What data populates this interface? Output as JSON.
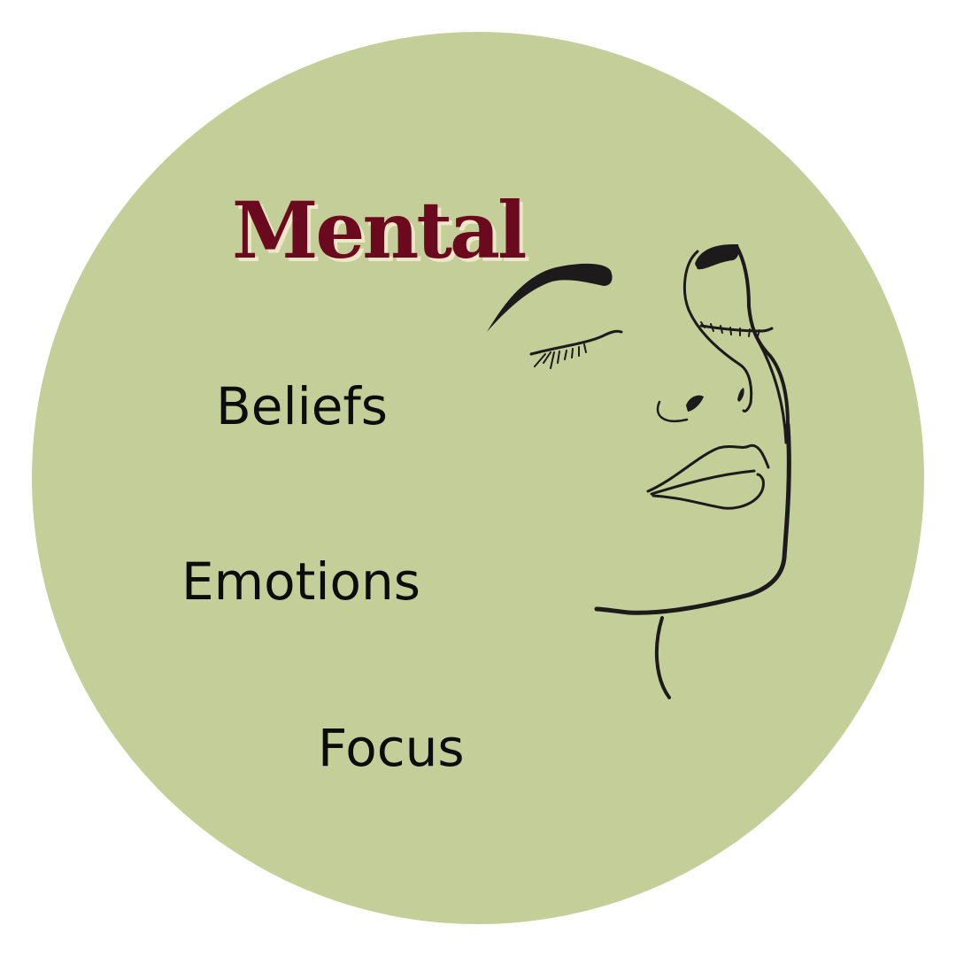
{
  "title": "Mental",
  "items": [
    "Beliefs",
    "Emotions",
    "Focus"
  ],
  "colors": {
    "circle": "#c4ce99",
    "title": "#6b0a1e",
    "title_shadow": "#efe7c8",
    "text": "#0c0c0c",
    "line": "#1c1a1a"
  },
  "illustration": "face-line-art"
}
